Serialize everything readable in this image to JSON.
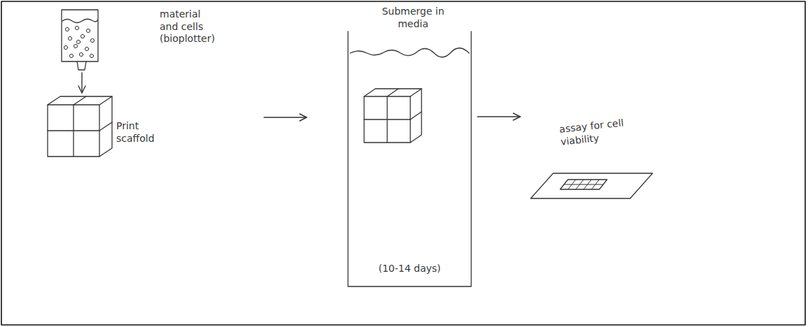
{
  "diagram": {
    "nodes": [
      {
        "text": [
          "material and cells (bioplotter)"
        ]
      },
      {
        "text": [
          "Print scaffold"
        ]
      },
      {
        "text": [
          "Submerge in media",
          "(10-14 days)"
        ]
      },
      {
        "text": [
          "assay for cell viability"
        ]
      }
    ],
    "edges": [
      {
        "from": 0,
        "to": 1,
        "arrow": "to"
      },
      {
        "from": 1,
        "to": 2,
        "arrow": "to"
      },
      {
        "from": 2,
        "to": 3,
        "arrow": "to"
      }
    ]
  }
}
